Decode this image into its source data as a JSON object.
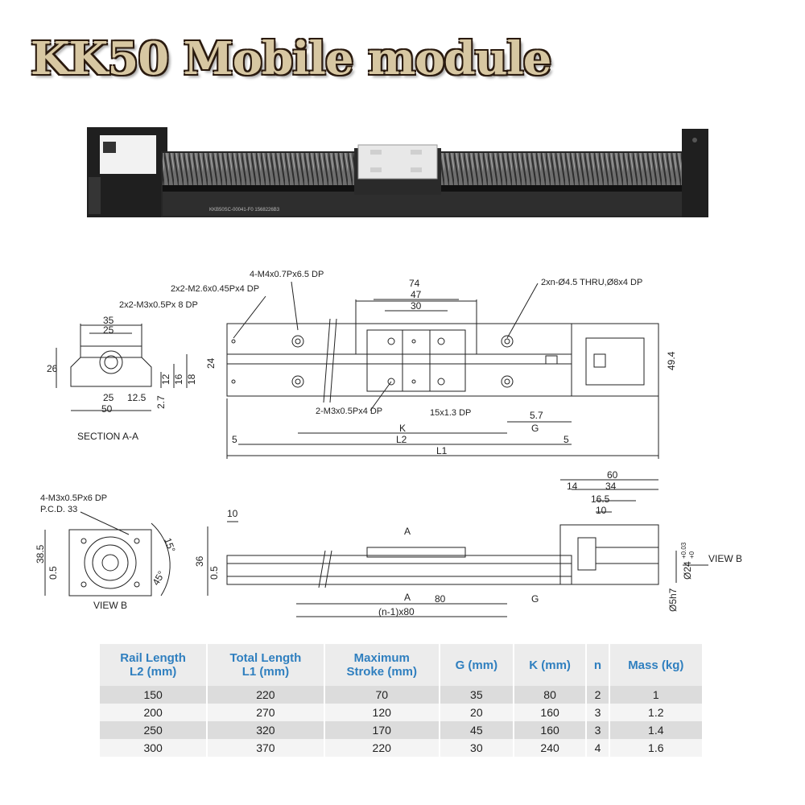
{
  "title": "KK50 Mobile module",
  "photo": {
    "label_text": "KKB50SC-00041-F0 1568226B3"
  },
  "section_a": {
    "dims": [
      "35",
      "25",
      "26",
      "12",
      "16",
      "18",
      "25",
      "12.5",
      "2.7",
      "50"
    ],
    "callout_m3": "2x2-M3x0.5Px 8 DP",
    "caption": "SECTION A-A"
  },
  "top_view": {
    "callouts": {
      "m4": "4-M4x0.7Px6.5 DP",
      "m26": "2x2-M2.6x0.45Px4 DP",
      "thru": "2xn-Ø4.5 THRU,Ø8x4 DP",
      "m3_bottom": "2-M3x0.5Px4 DP",
      "dp15": "15x1.3 DP"
    },
    "dims": {
      "d74": "74",
      "d47": "47",
      "d30": "30",
      "d24": "24",
      "d494": "49.4",
      "d57": "5.7",
      "k": "K",
      "g": "G",
      "d5a": "5",
      "d5b": "5",
      "l2": "L2",
      "l1": "L1"
    }
  },
  "view_b": {
    "callout_line1": "4-M3x0.5Px6 DP",
    "callout_line2": "P.C.D. 33",
    "dims": [
      "38.5",
      "0.5",
      "15°",
      "45°"
    ],
    "caption": "VIEW B"
  },
  "side_view": {
    "dims": {
      "d10a": "10",
      "d36": "36",
      "d05": "0.5",
      "a_top": "A",
      "a_bot": "A",
      "d80": "80",
      "g": "G",
      "n80": "(n-1)x80",
      "d60": "60",
      "d14": "14",
      "d34": "34",
      "d165": "16.5",
      "d10b": "10",
      "d24": "Ø24",
      "tol_top": "+0.03",
      "tol_bot": "+0",
      "d5h7": "Ø5h7"
    },
    "view_label": "VIEW B"
  },
  "table": {
    "headers": [
      [
        "Rail Length",
        "L2 (mm)"
      ],
      [
        "Total Length",
        "L1 (mm)"
      ],
      [
        "Maximum",
        "Stroke (mm)"
      ],
      [
        "G (mm)"
      ],
      [
        "K (mm)"
      ],
      [
        "n"
      ],
      [
        "Mass (kg)"
      ]
    ],
    "rows": [
      [
        "150",
        "220",
        "70",
        "35",
        "80",
        "2",
        "1"
      ],
      [
        "200",
        "270",
        "120",
        "20",
        "160",
        "3",
        "1.2"
      ],
      [
        "250",
        "320",
        "170",
        "45",
        "160",
        "3",
        "1.4"
      ],
      [
        "300",
        "370",
        "220",
        "30",
        "240",
        "4",
        "1.6"
      ]
    ]
  },
  "colors": {
    "title_fill": "#d7c7a2",
    "title_outline": "#2a1a0e",
    "header_text": "#2f7fbf",
    "line": "#222222"
  }
}
